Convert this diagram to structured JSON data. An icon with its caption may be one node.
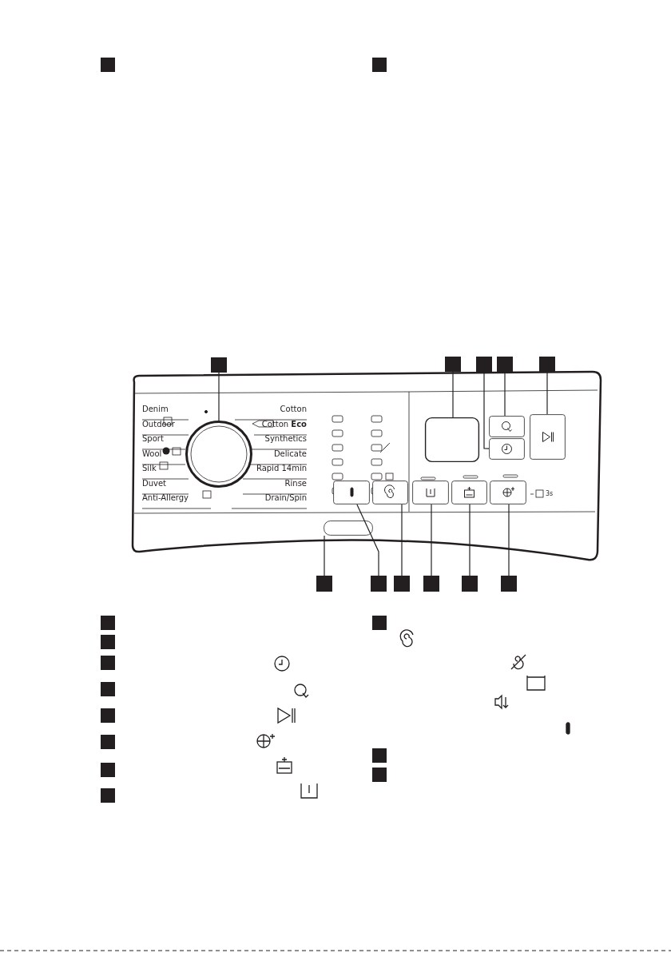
{
  "diagram": {
    "nodes": [
      {
        "text": [],
        "shape": "box"
      },
      {
        "text": [],
        "shape": "box"
      },
      {
        "text": [],
        "shape": "box"
      },
      {
        "text": [],
        "shape": "box"
      },
      {
        "text": [],
        "shape": "box"
      },
      {
        "text": [],
        "shape": "box"
      },
      {
        "text": [],
        "shape": "box"
      },
      {
        "text": [],
        "shape": "circle"
      },
      {
        "text": [],
        "shape": "box"
      },
      {
        "text": [],
        "shape": "box"
      },
      {
        "text": [],
        "shape": "box"
      },
      {
        "text": [],
        "shape": "box"
      },
      {
        "text": [],
        "shape": "box"
      },
      {
        "text": [],
        "shape": "box"
      },
      {
        "text": [],
        "shape": "box"
      },
      {
        "text": [],
        "shape": "box"
      },
      {
        "text": [],
        "shape": "box"
      },
      {
        "text": [],
        "shape": "box"
      },
      {
        "text": [],
        "shape": "box"
      },
      {
        "text": [],
        "shape": "box"
      },
      {
        "text": [],
        "shape": "box"
      },
      {
        "text": [],
        "shape": "box"
      },
      {
        "text": [],
        "shape": "box"
      },
      {
        "text": [],
        "shape": "box"
      },
      {
        "text": [],
        "shape": "box"
      },
      {
        "text": [],
        "shape": "box"
      },
      {
        "text": [],
        "shape": "box"
      },
      {
        "text": [],
        "shape": "box"
      },
      {
        "text": [],
        "shape": "box"
      },
      {
        "text": [],
        "shape": "box"
      },
      {
        "text": [],
        "shape": "box"
      },
      {
        "text": [],
        "shape": "box"
      },
      {
        "text": [],
        "shape": "box"
      },
      {
        "text": [],
        "shape": "box"
      },
      {
        "text": [],
        "shape": "box"
      }
    ],
    "edges": [
      {
        "from": 2,
        "to": 7,
        "arrow": "none"
      },
      {
        "from": 3,
        "to": 8,
        "arrow": "none"
      },
      {
        "from": 4,
        "to": 11,
        "arrow": "none"
      },
      {
        "from": 5,
        "to": 9,
        "arrow": "none"
      },
      {
        "from": 6,
        "to": 10,
        "arrow": "none"
      },
      {
        "from": 18,
        "to": 17,
        "arrow": "none"
      },
      {
        "from": 19,
        "to": 12,
        "arrow": "none"
      },
      {
        "from": 20,
        "to": 13,
        "arrow": "none"
      },
      {
        "from": 21,
        "to": 14,
        "arrow": "none"
      },
      {
        "from": 22,
        "to": 15,
        "arrow": "none"
      },
      {
        "from": 23,
        "to": 16,
        "arrow": "none"
      }
    ],
    "labels": [
      "Denim",
      "Outdoor",
      "Sport",
      "Wool",
      "Silk",
      "Duvet",
      "Anti-Allergy",
      "Cotton",
      "Cotton **Eco**",
      "Synthetics",
      "Delicate",
      "Rapid 14min",
      "Rinse",
      "Drain/Spin",
      "3s"
    ]
  }
}
